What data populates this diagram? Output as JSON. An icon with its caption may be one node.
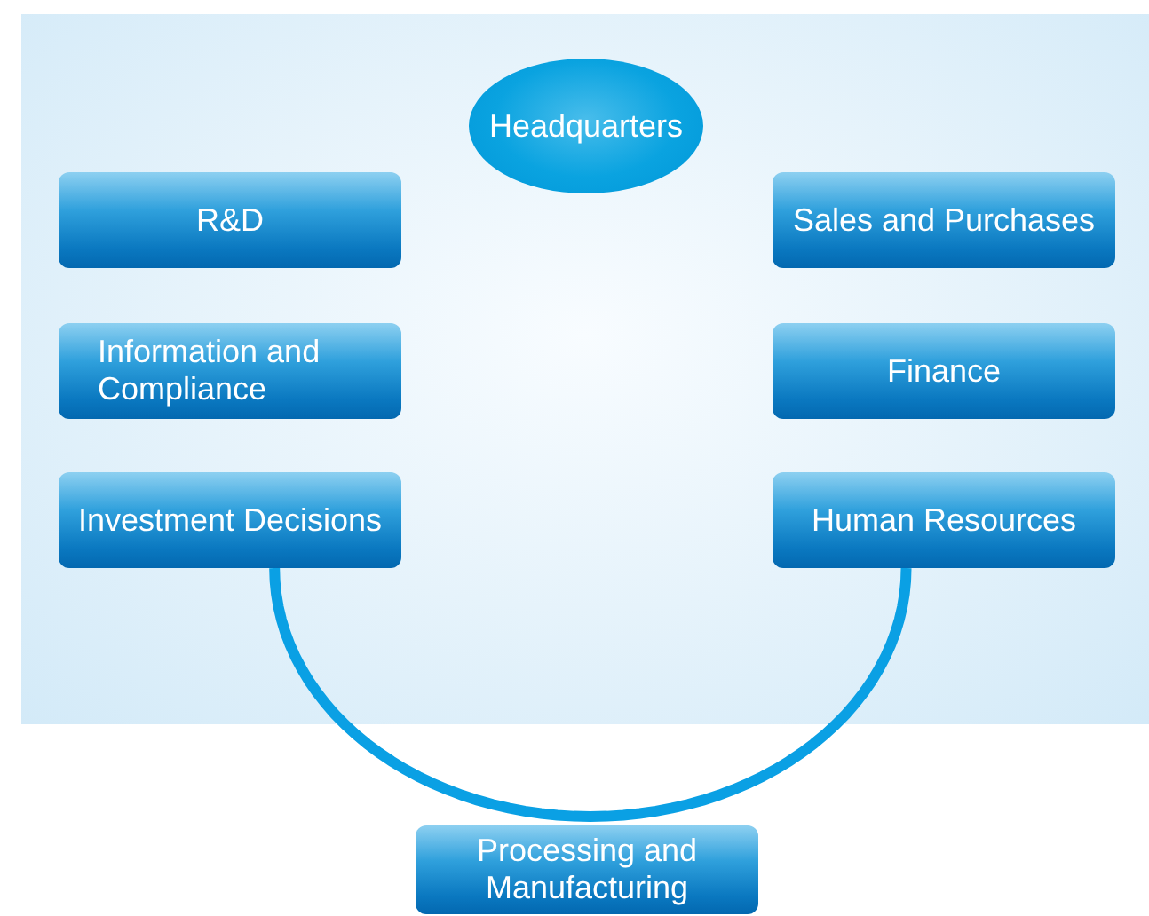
{
  "diagram": {
    "nodes": [
      {
        "text": [
          "Headquarters"
        ]
      },
      {
        "text": [
          "R&D"
        ]
      },
      {
        "text": [
          "Sales and Purchases"
        ]
      },
      {
        "text": [
          "Information and Compliance"
        ]
      },
      {
        "text": [
          "Finance"
        ]
      },
      {
        "text": [
          "Investment Decisions"
        ]
      },
      {
        "text": [
          "Human Resources"
        ]
      },
      {
        "text": [
          "Processing and Manufacturing"
        ]
      }
    ],
    "edges": [
      {
        "from": 5,
        "to": 6,
        "arrow": "none"
      }
    ]
  }
}
